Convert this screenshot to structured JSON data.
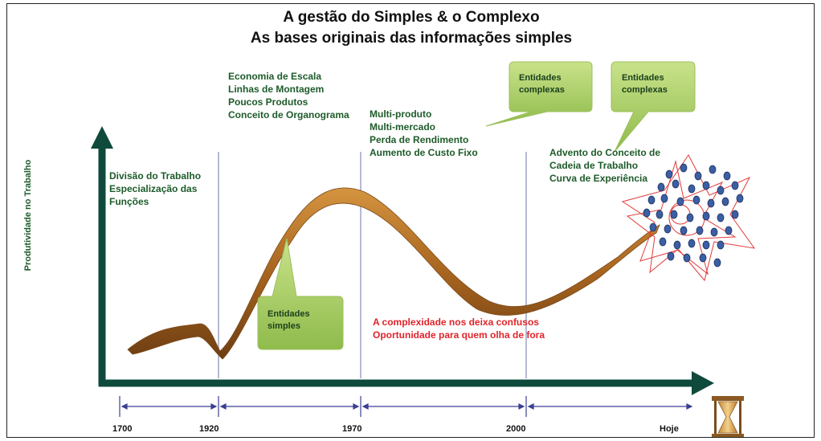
{
  "title": {
    "line1": "A gestão do Simples & o Complexo",
    "line2": "As bases originais das informações simples"
  },
  "y_axis_label": "Produtividade no Trabalho",
  "eras": [
    {
      "lines": [
        "Divisão do Trabalho",
        "Especialização das",
        "Funções"
      ]
    },
    {
      "lines": [
        "Economia de Escala",
        "Linhas de Montagem",
        "Poucos Produtos",
        "Conceito de Organograma"
      ]
    },
    {
      "lines": [
        "Multi-produto",
        "Multi-mercado",
        "Perda de Rendimento",
        "Aumento de Custo Fixo"
      ]
    },
    {
      "lines": [
        "Advento do Conceito de",
        "Cadeia de Trabalho",
        "Curva de Experiência"
      ]
    }
  ],
  "callouts": {
    "simple": [
      "Entidades",
      "simples"
    ],
    "complex_1": [
      "Entidades",
      "complexas"
    ],
    "complex_2": [
      "Entidades",
      "complexas"
    ]
  },
  "red_note": [
    "A complexidade nos deixa confusos",
    "Oportunidade para quem olha de fora"
  ],
  "timeline_labels": [
    "1700",
    "1920",
    "1970",
    "2000",
    "Hoje"
  ],
  "icons": [
    "hourglass-icon"
  ],
  "colors": {
    "axis": "#0f4a3c",
    "text_green": "#1d5b2a",
    "curve": "#c07a2c",
    "callout": "#a9cd66",
    "note_red": "#e0242a",
    "timeline": "#3a3f92",
    "network_dot": "#3b5fa5",
    "star": "#e23b3b"
  }
}
